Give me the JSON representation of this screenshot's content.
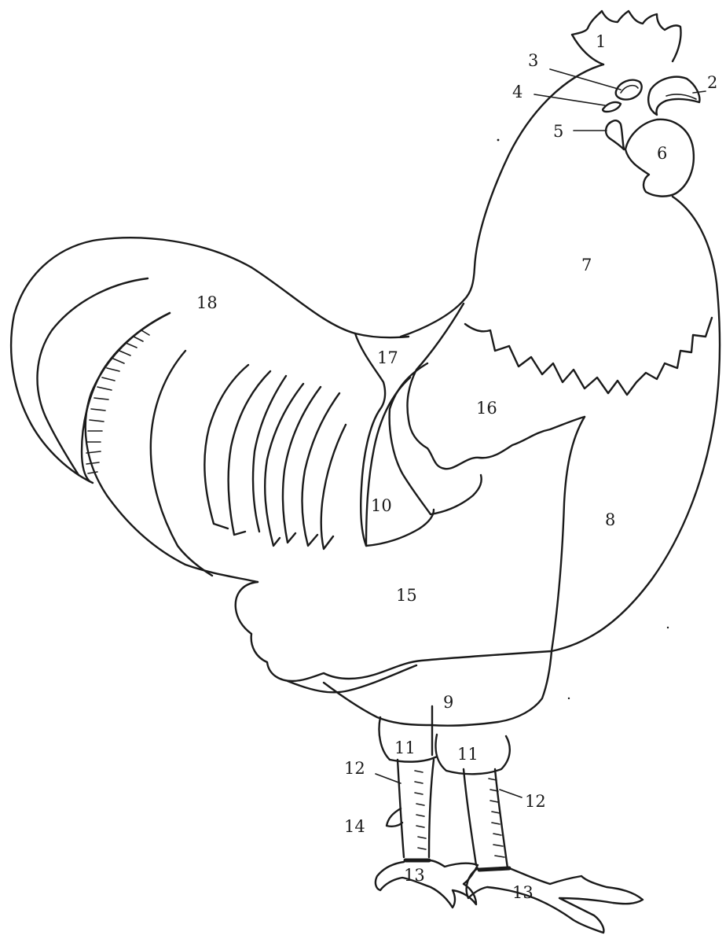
{
  "diagram": {
    "part_labels": [
      {
        "id": "comb",
        "text": "1"
      },
      {
        "id": "beak",
        "text": "2"
      },
      {
        "id": "eye",
        "text": "3"
      },
      {
        "id": "nostril-ear",
        "text": "4"
      },
      {
        "id": "earlobe",
        "text": "5"
      },
      {
        "id": "wattle",
        "text": "6"
      },
      {
        "id": "neck-hackle",
        "text": "7"
      },
      {
        "id": "breast",
        "text": "8"
      },
      {
        "id": "abdomen",
        "text": "9"
      },
      {
        "id": "wing-bow",
        "text": "10"
      },
      {
        "id": "thigh-left",
        "text": "11"
      },
      {
        "id": "thigh-right",
        "text": "11"
      },
      {
        "id": "shank-left",
        "text": "12"
      },
      {
        "id": "shank-right",
        "text": "12"
      },
      {
        "id": "toes-left",
        "text": "13"
      },
      {
        "id": "toes-right",
        "text": "13"
      },
      {
        "id": "spur",
        "text": "14"
      },
      {
        "id": "body-fluff",
        "text": "15"
      },
      {
        "id": "wing-front",
        "text": "16"
      },
      {
        "id": "saddle",
        "text": "17"
      },
      {
        "id": "tail",
        "text": "18"
      }
    ]
  }
}
